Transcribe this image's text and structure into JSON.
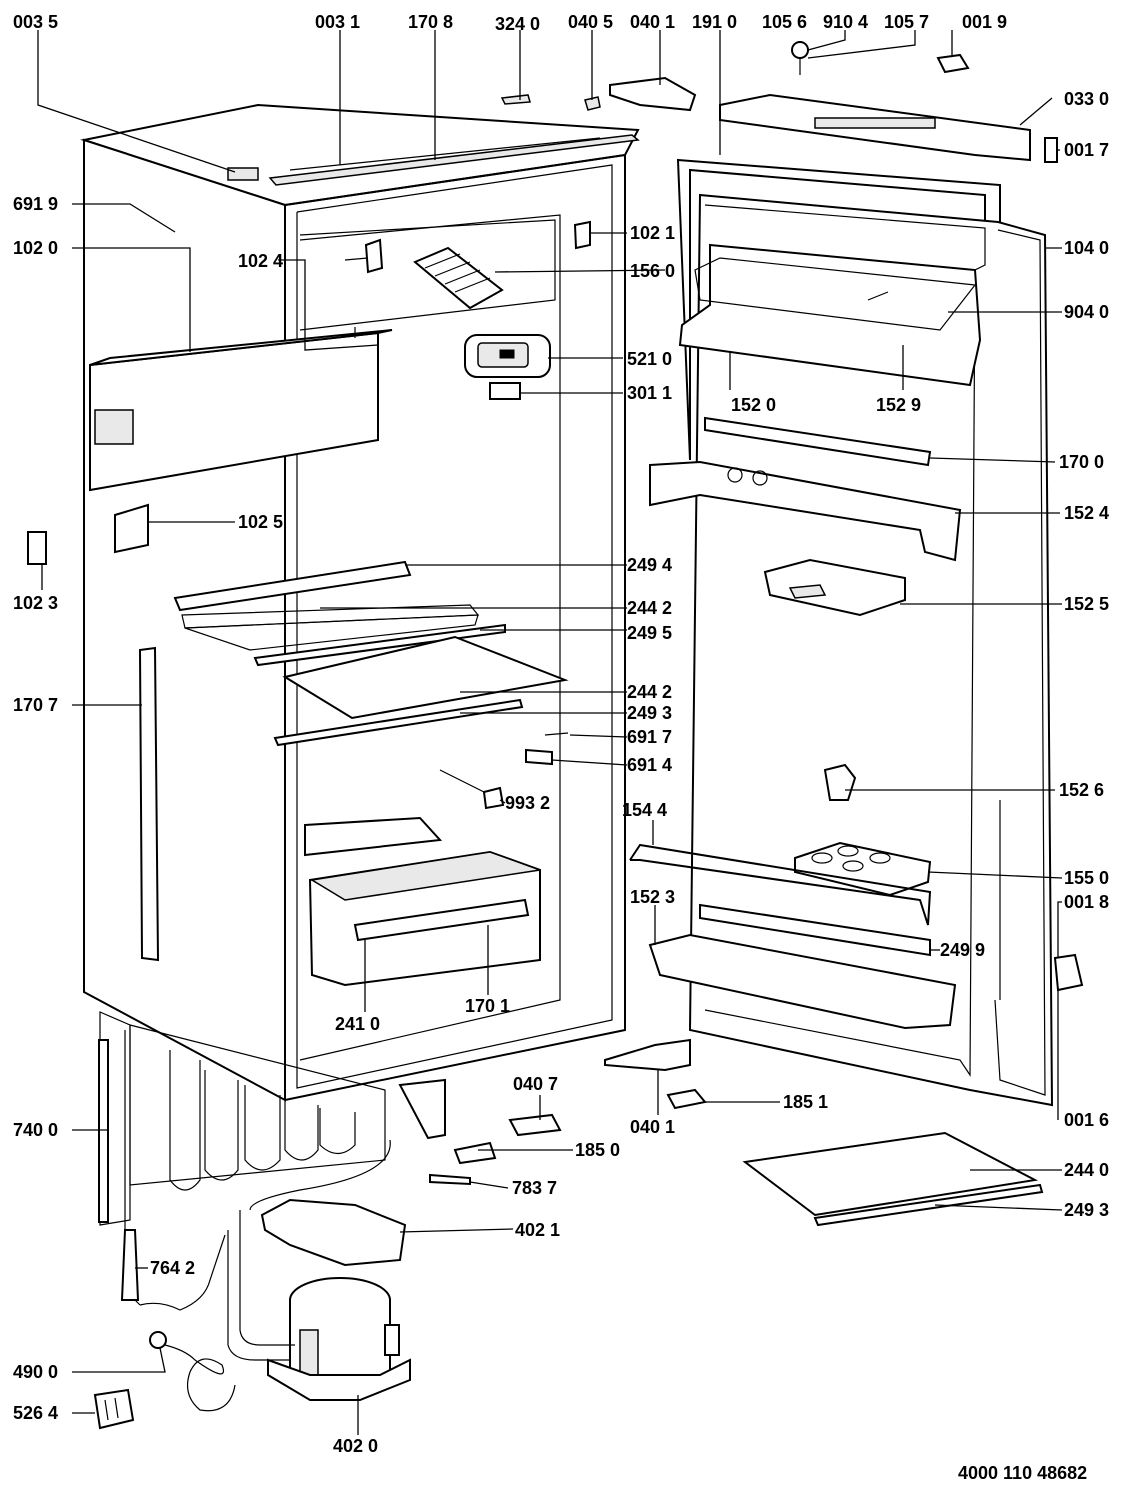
{
  "document_number": "4000 110 48682",
  "parts": [
    {
      "id": "p0035",
      "code": "003 5"
    },
    {
      "id": "p0031",
      "code": "003 1"
    },
    {
      "id": "p1708",
      "code": "170 8"
    },
    {
      "id": "p3240",
      "code": "324 0"
    },
    {
      "id": "p0405",
      "code": "040 5"
    },
    {
      "id": "p0401a",
      "code": "040 1"
    },
    {
      "id": "p1910",
      "code": "191 0"
    },
    {
      "id": "p1056",
      "code": "105 6"
    },
    {
      "id": "p9104",
      "code": "910 4"
    },
    {
      "id": "p1057",
      "code": "105 7"
    },
    {
      "id": "p0019",
      "code": "001 9"
    },
    {
      "id": "p0330",
      "code": "033 0"
    },
    {
      "id": "p0017",
      "code": "001 7"
    },
    {
      "id": "p6919",
      "code": "691 9"
    },
    {
      "id": "p1020",
      "code": "102 0"
    },
    {
      "id": "p1021",
      "code": "102 1"
    },
    {
      "id": "p1040",
      "code": "104 0"
    },
    {
      "id": "p1024",
      "code": "102 4"
    },
    {
      "id": "p1560",
      "code": "156 0"
    },
    {
      "id": "p9040",
      "code": "904 0"
    },
    {
      "id": "p5210",
      "code": "521 0"
    },
    {
      "id": "p3011",
      "code": "301 1"
    },
    {
      "id": "p1520",
      "code": "152 0"
    },
    {
      "id": "p1529",
      "code": "152 9"
    },
    {
      "id": "p1700",
      "code": "170 0"
    },
    {
      "id": "p1025",
      "code": "102 5"
    },
    {
      "id": "p1524",
      "code": "152 4"
    },
    {
      "id": "p1023",
      "code": "102 3"
    },
    {
      "id": "p2494",
      "code": "249 4"
    },
    {
      "id": "p2442a",
      "code": "244 2"
    },
    {
      "id": "p1525",
      "code": "152 5"
    },
    {
      "id": "p2495",
      "code": "249 5"
    },
    {
      "id": "p2442b",
      "code": "244 2"
    },
    {
      "id": "p1707",
      "code": "170 7"
    },
    {
      "id": "p2493a",
      "code": "249 3"
    },
    {
      "id": "p6917",
      "code": "691 7"
    },
    {
      "id": "p6914",
      "code": "691 4"
    },
    {
      "id": "p1526",
      "code": "152 6"
    },
    {
      "id": "p9932",
      "code": "993 2"
    },
    {
      "id": "p1544",
      "code": "154 4"
    },
    {
      "id": "p1550",
      "code": "155 0"
    },
    {
      "id": "p1523",
      "code": "152 3"
    },
    {
      "id": "p0018",
      "code": "001 8"
    },
    {
      "id": "p2499",
      "code": "249 9"
    },
    {
      "id": "p2410",
      "code": "241 0"
    },
    {
      "id": "p1701",
      "code": "170 1"
    },
    {
      "id": "p0407",
      "code": "040 7"
    },
    {
      "id": "p1851",
      "code": "185 1"
    },
    {
      "id": "p7400",
      "code": "740 0"
    },
    {
      "id": "p0401b",
      "code": "040 1"
    },
    {
      "id": "p0016",
      "code": "001 6"
    },
    {
      "id": "p1850",
      "code": "185 0"
    },
    {
      "id": "p2440",
      "code": "244 0"
    },
    {
      "id": "p7837",
      "code": "783 7"
    },
    {
      "id": "p2493b",
      "code": "249 3"
    },
    {
      "id": "p4021",
      "code": "402 1"
    },
    {
      "id": "p7642",
      "code": "764 2"
    },
    {
      "id": "p4900",
      "code": "490 0"
    },
    {
      "id": "p5264",
      "code": "526 4"
    },
    {
      "id": "p4020",
      "code": "402 0"
    }
  ]
}
